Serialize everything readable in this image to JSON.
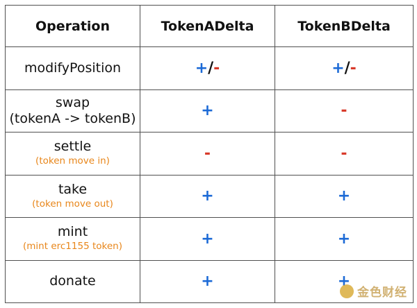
{
  "headers": [
    "Operation",
    "TokenADelta",
    "TokenBDelta"
  ],
  "colors": {
    "plus": "#1c6ad6",
    "minus": "#d83a2a",
    "annotation": "#e8861a"
  },
  "rows": [
    {
      "operation": "modifyPosition",
      "note": "",
      "tokenA": {
        "plus": "+",
        "slash": "/",
        "minus": "-"
      },
      "tokenB": {
        "plus": "+",
        "slash": "/",
        "minus": "-"
      }
    },
    {
      "operation": "swap",
      "note": "(tokenA -> tokenB)",
      "tokenA": "+",
      "tokenB": "-"
    },
    {
      "operation": "settle",
      "note": "(token move in)",
      "tokenA": "-",
      "tokenB": "-"
    },
    {
      "operation": "take",
      "note": "(token move out)",
      "tokenA": "+",
      "tokenB": "+"
    },
    {
      "operation": "mint",
      "note": "(mint erc1155 token)",
      "tokenA": "+",
      "tokenB": "+"
    },
    {
      "operation": "donate",
      "note": "",
      "tokenA": "+",
      "tokenB": "+"
    }
  ],
  "watermark": {
    "text": "金色财经",
    "icon": "jinse-logo-icon"
  }
}
